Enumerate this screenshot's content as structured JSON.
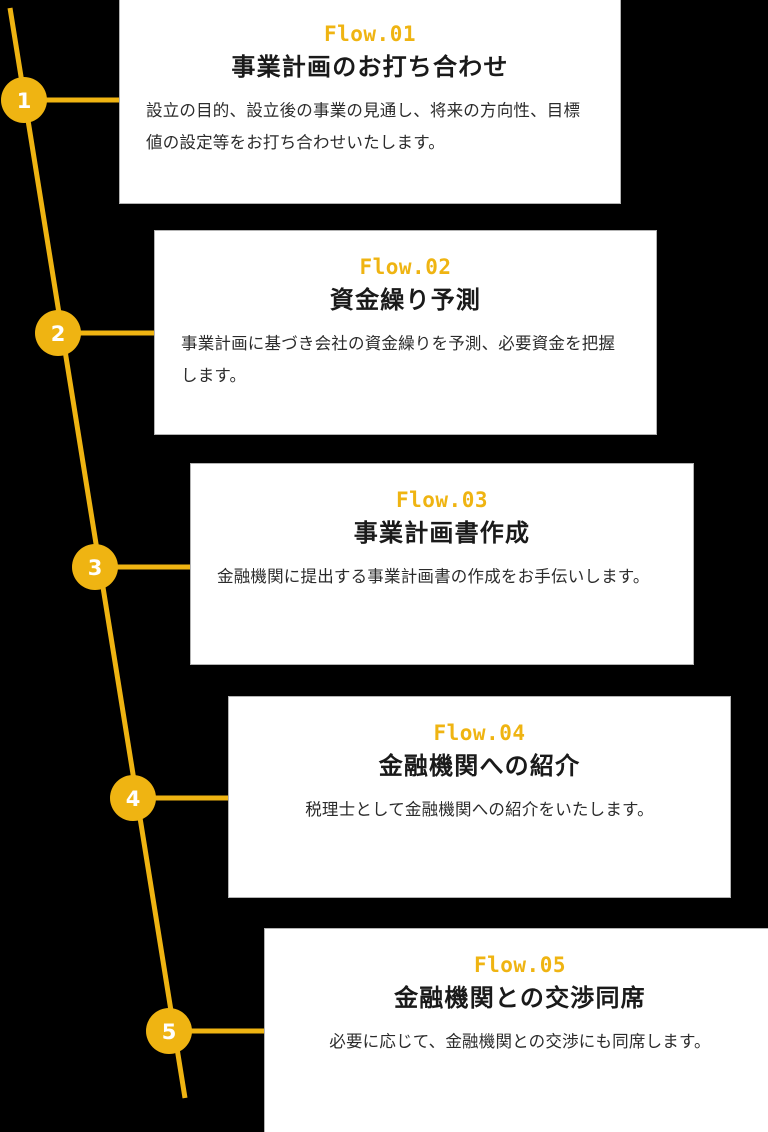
{
  "theme": {
    "background": "#000000",
    "accent": "#efb412",
    "card_background": "#ffffff",
    "card_border": "#b3b3b3",
    "title_color": "#1a1a1a",
    "desc_color": "#2b2b2b",
    "node_number_color": "#ffffff"
  },
  "timeline": {
    "nodes": [
      {
        "number": "1"
      },
      {
        "number": "2"
      },
      {
        "number": "3"
      },
      {
        "number": "4"
      },
      {
        "number": "5"
      }
    ]
  },
  "steps": [
    {
      "label": "Flow.01",
      "title": "事業計画のお打ち合わせ",
      "description": "設立の目的、設立後の事業の見通し、将来の方向性、目標値の設定等をお打ち合わせいたします。"
    },
    {
      "label": "Flow.02",
      "title": "資金繰り予測",
      "description": "事業計画に基づき会社の資金繰りを予測、必要資金を把握します。"
    },
    {
      "label": "Flow.03",
      "title": "事業計画書作成",
      "description": "金融機関に提出する事業計画書の作成をお手伝いします。"
    },
    {
      "label": "Flow.04",
      "title": "金融機関への紹介",
      "description": "税理士として金融機関への紹介をいたします。"
    },
    {
      "label": "Flow.05",
      "title": "金融機関との交渉同席",
      "description": "必要に応じて、金融機関との交渉にも同席します。"
    }
  ]
}
